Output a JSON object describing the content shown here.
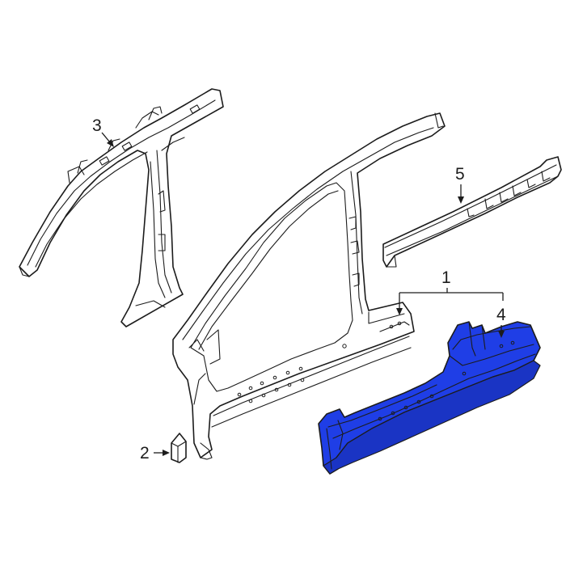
{
  "colors": {
    "highlight": "#1f3ee6",
    "highlight_shade": "#1a34c4",
    "line": "#1c1c1c",
    "background": "#ffffff"
  },
  "callouts": [
    {
      "id": "1",
      "label": "1"
    },
    {
      "id": "2",
      "label": "2"
    },
    {
      "id": "3",
      "label": "3"
    },
    {
      "id": "4",
      "label": "4"
    },
    {
      "id": "5",
      "label": "5"
    }
  ]
}
